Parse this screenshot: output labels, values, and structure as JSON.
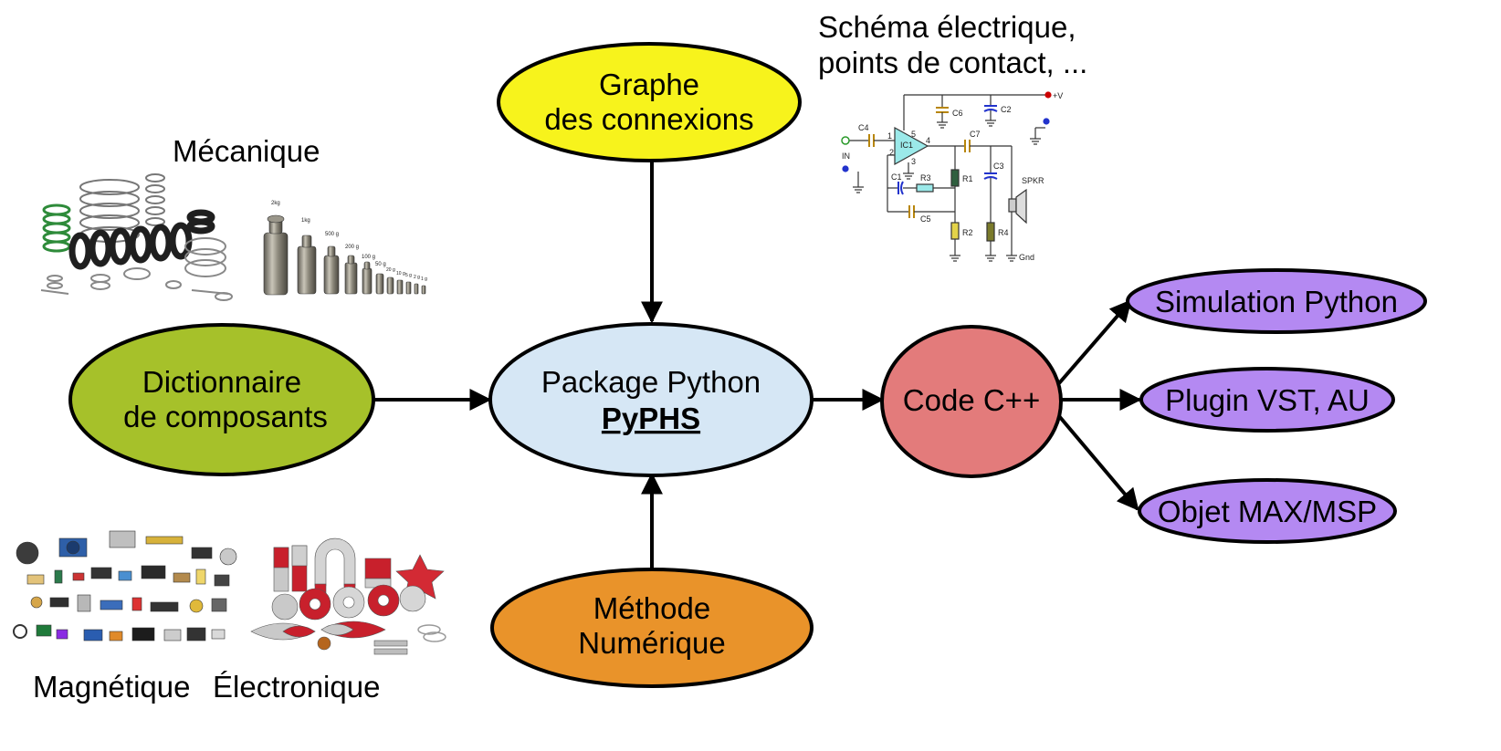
{
  "nodes": {
    "graph": {
      "line1": "Graphe",
      "line2": "des connexions",
      "color": "#f7f31c"
    },
    "dictionary": {
      "line1": "Dictionnaire",
      "line2": "de composants",
      "color": "#a6c12a"
    },
    "package": {
      "line1": "Package Python",
      "line2": "PyPHS",
      "color": "#d6e7f5"
    },
    "method": {
      "line1": "Méthode",
      "line2": "Numérique",
      "color": "#e9932a"
    },
    "code": {
      "label": "Code C++",
      "color": "#e37b7b"
    },
    "sim": {
      "label": "Simulation Python",
      "color": "#b489f2"
    },
    "plugin": {
      "label": "Plugin VST, AU",
      "color": "#b489f2"
    },
    "maxmsp": {
      "label": "Objet MAX/MSP",
      "color": "#b489f2"
    }
  },
  "captions": {
    "mechanics": "Mécanique",
    "schematic_line1": "Schéma électrique,",
    "schematic_line2": "points de contact, ...",
    "magnetics": "Magnétique",
    "electronics": "Électronique"
  },
  "schematic_labels": {
    "c4": "C4",
    "c6": "C6",
    "c2": "C2",
    "c7": "C7",
    "c1": "C1",
    "c3": "C3",
    "c5": "C5",
    "r1": "R1",
    "r2": "R2",
    "r3": "R3",
    "r4": "R4",
    "ic1": "IC1",
    "in": "IN",
    "vplus": "+V",
    "spkr": "SPKR",
    "gnd": "Gnd",
    "p1": "1",
    "p2": "2",
    "p3": "3",
    "p4": "4",
    "p5": "5"
  },
  "weights_labels": [
    "2kg",
    "1kg",
    "500 g",
    "200 g",
    "100 g",
    "50 g",
    "20 g",
    "10 g",
    "5 g",
    "2 g",
    "1 g"
  ]
}
